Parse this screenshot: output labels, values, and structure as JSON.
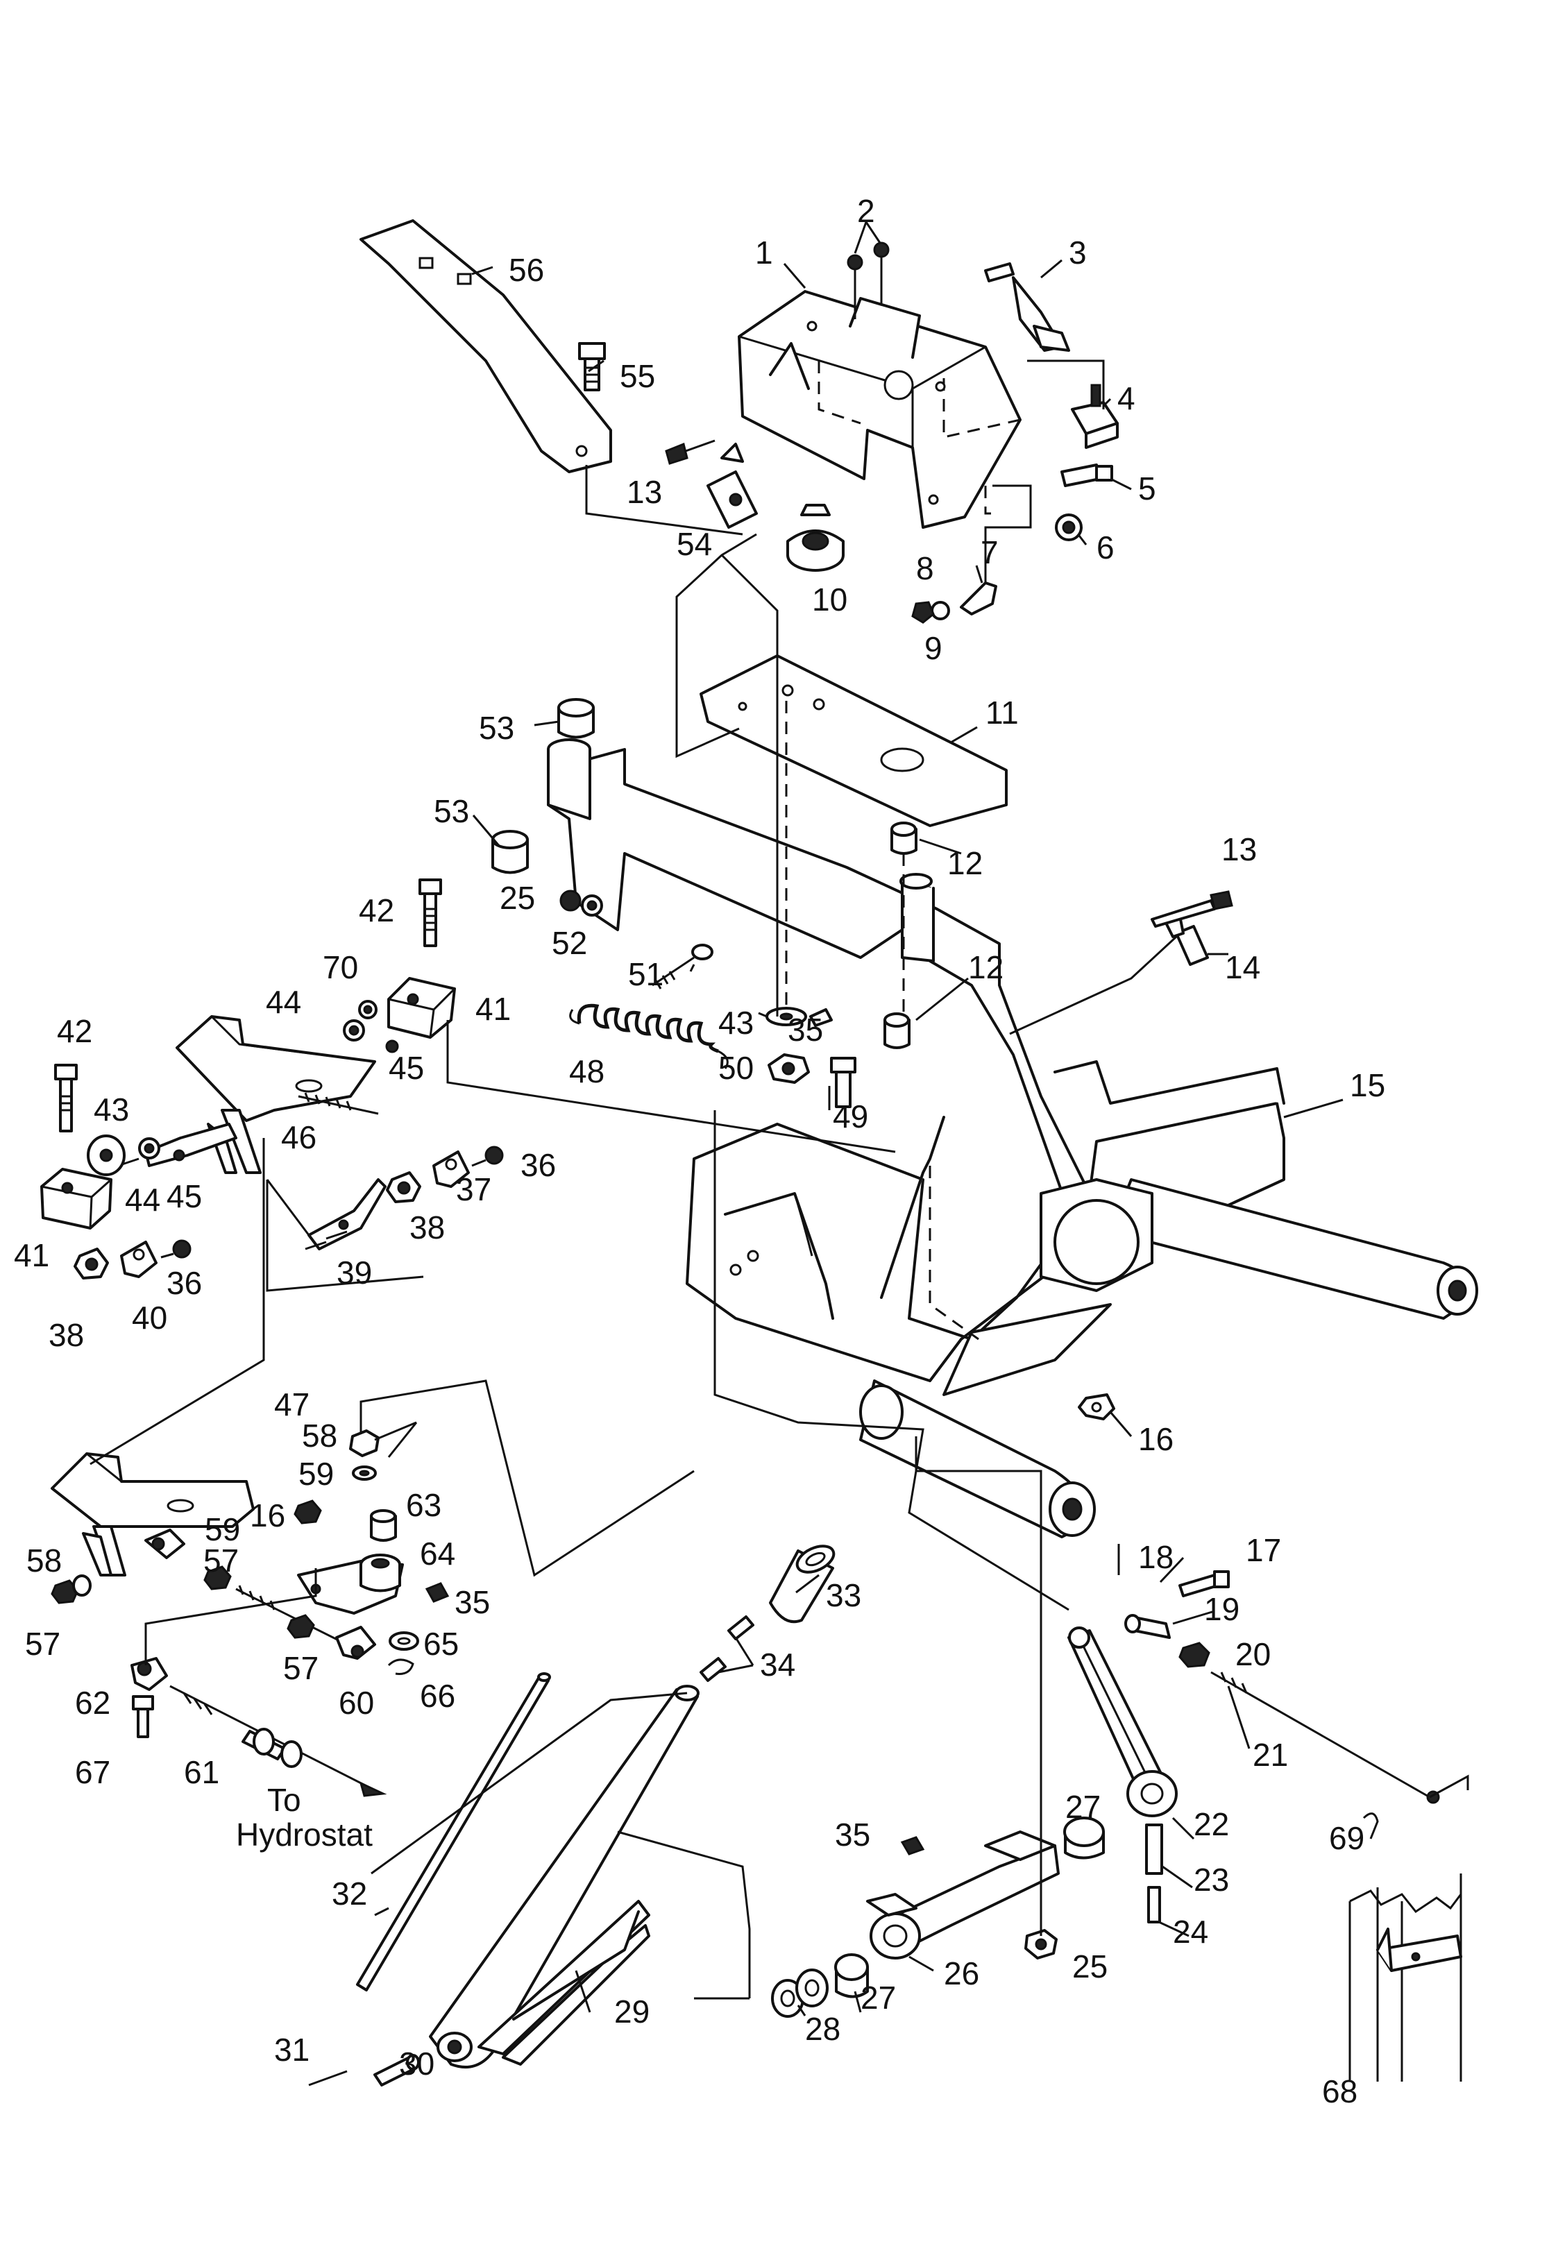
{
  "diagram": {
    "callouts": [
      "1",
      "2",
      "3",
      "4",
      "5",
      "6",
      "7",
      "8",
      "9",
      "10",
      "11",
      "12",
      "12",
      "13",
      "13",
      "14",
      "15",
      "16",
      "16",
      "17",
      "18",
      "19",
      "20",
      "21",
      "22",
      "23",
      "24",
      "25",
      "25",
      "26",
      "27",
      "27",
      "28",
      "29",
      "30",
      "31",
      "32",
      "33",
      "34",
      "35",
      "35",
      "35",
      "36",
      "36",
      "37",
      "38",
      "38",
      "39",
      "40",
      "41",
      "41",
      "42",
      "42",
      "43",
      "43",
      "44",
      "44",
      "45",
      "45",
      "46",
      "47",
      "48",
      "49",
      "50",
      "51",
      "52",
      "53",
      "53",
      "54",
      "55",
      "56",
      "57",
      "57",
      "57",
      "58",
      "58",
      "59",
      "59",
      "60",
      "61",
      "62",
      "63",
      "64",
      "65",
      "66",
      "67",
      "68",
      "69",
      "70"
    ],
    "note_line1": "To",
    "note_line2": "Hydrostat"
  },
  "colors": {
    "ink": "#111111",
    "paper": "#ffffff"
  }
}
